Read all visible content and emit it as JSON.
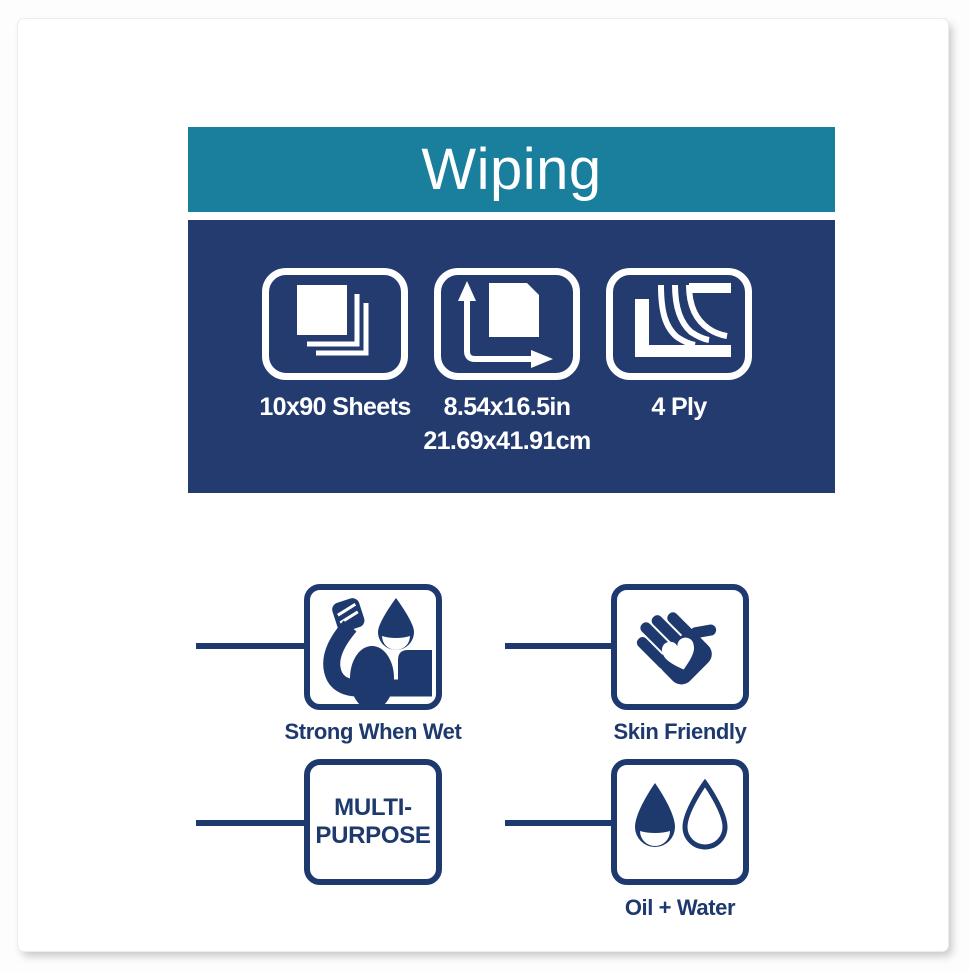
{
  "header": {
    "title": "Wiping"
  },
  "spec_panel": {
    "items": [
      {
        "icon": "sheet-stack-icon",
        "label": "10x90 Sheets"
      },
      {
        "icon": "sheet-dimensions-icon",
        "label": "8.54x16.5in",
        "label2": "21.69x41.91cm"
      },
      {
        "icon": "ply-layers-icon",
        "label": "4 Ply"
      }
    ]
  },
  "features": {
    "items": [
      {
        "icon": "strong-when-wet-icon",
        "label": "Strong When Wet"
      },
      {
        "icon": "skin-friendly-icon",
        "label": "Skin Friendly"
      },
      {
        "icon": "multi-purpose-text",
        "line1": "MULTI-",
        "line2": "PURPOSE"
      },
      {
        "icon": "oil-water-icon",
        "label": "Oil + Water"
      }
    ]
  },
  "colors": {
    "teal_banner": "#1a7e9d",
    "navy_panel": "#243b70",
    "navy_ink": "#1e396e",
    "card_bg": "#ffffff"
  }
}
